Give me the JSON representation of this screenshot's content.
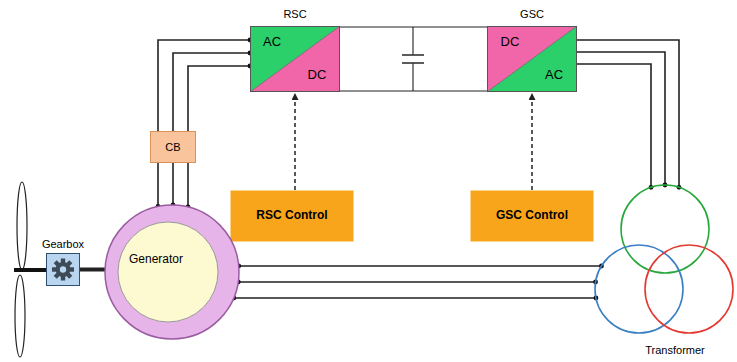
{
  "diagram": {
    "nodes": [
      {
        "text": [
          "RSC",
          "AC",
          "DC"
        ]
      },
      {
        "text": [
          "GSC",
          "DC",
          "AC"
        ]
      },
      {
        "text": [
          "CB"
        ]
      },
      {
        "text": [
          "RSC Control"
        ]
      },
      {
        "text": [
          "GSC Control"
        ]
      },
      {
        "text": [
          "Gearbox"
        ]
      },
      {
        "text": [
          "Generator"
        ]
      },
      {
        "text": [
          "Transformer"
        ]
      }
    ],
    "edges": [
      {
        "from": 2,
        "to": 0,
        "arrow": "none"
      },
      {
        "from": 6,
        "to": 2,
        "arrow": "none"
      },
      {
        "from": 0,
        "to": 1,
        "arrow": "none"
      },
      {
        "from": 3,
        "to": 0,
        "arrow": "to"
      },
      {
        "from": 4,
        "to": 1,
        "arrow": "to"
      },
      {
        "from": 1,
        "to": 7,
        "arrow": "none"
      },
      {
        "from": 6,
        "to": 7,
        "arrow": "none"
      },
      {
        "from": 5,
        "to": 6,
        "arrow": "none"
      }
    ]
  }
}
